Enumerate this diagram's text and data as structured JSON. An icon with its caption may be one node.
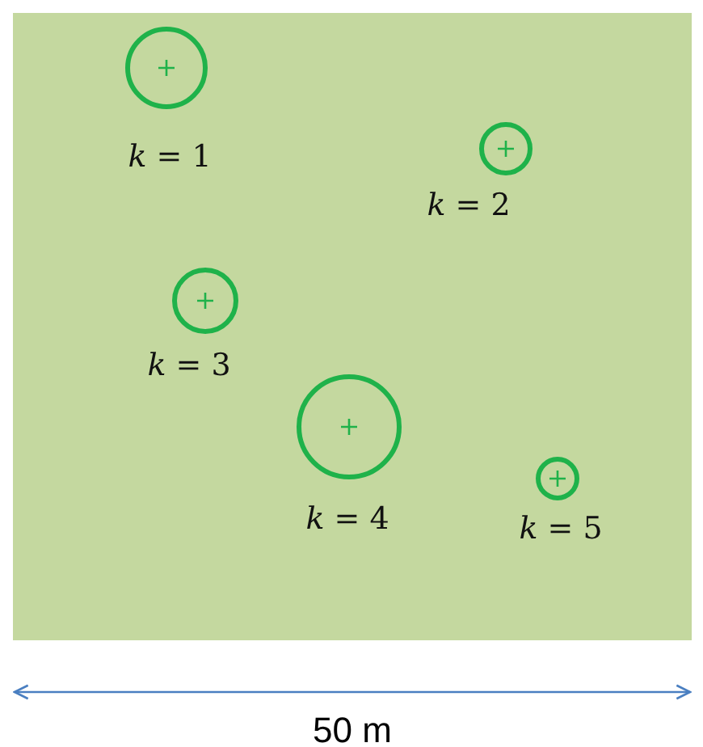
{
  "diagram": {
    "nodes": [
      {
        "text": [],
        "shape": "circle",
        "beside": [
          "*k* = 1"
        ]
      },
      {
        "text": [],
        "shape": "circle",
        "beside": [
          "*k* = 2"
        ]
      },
      {
        "text": [],
        "shape": "circle",
        "beside": [
          "*k* = 3"
        ]
      },
      {
        "text": [],
        "shape": "circle",
        "beside": [
          "*k* = 4"
        ]
      },
      {
        "text": [],
        "shape": "circle",
        "beside": [
          "*k* = 5"
        ]
      }
    ],
    "labels": [
      "50 m"
    ]
  }
}
